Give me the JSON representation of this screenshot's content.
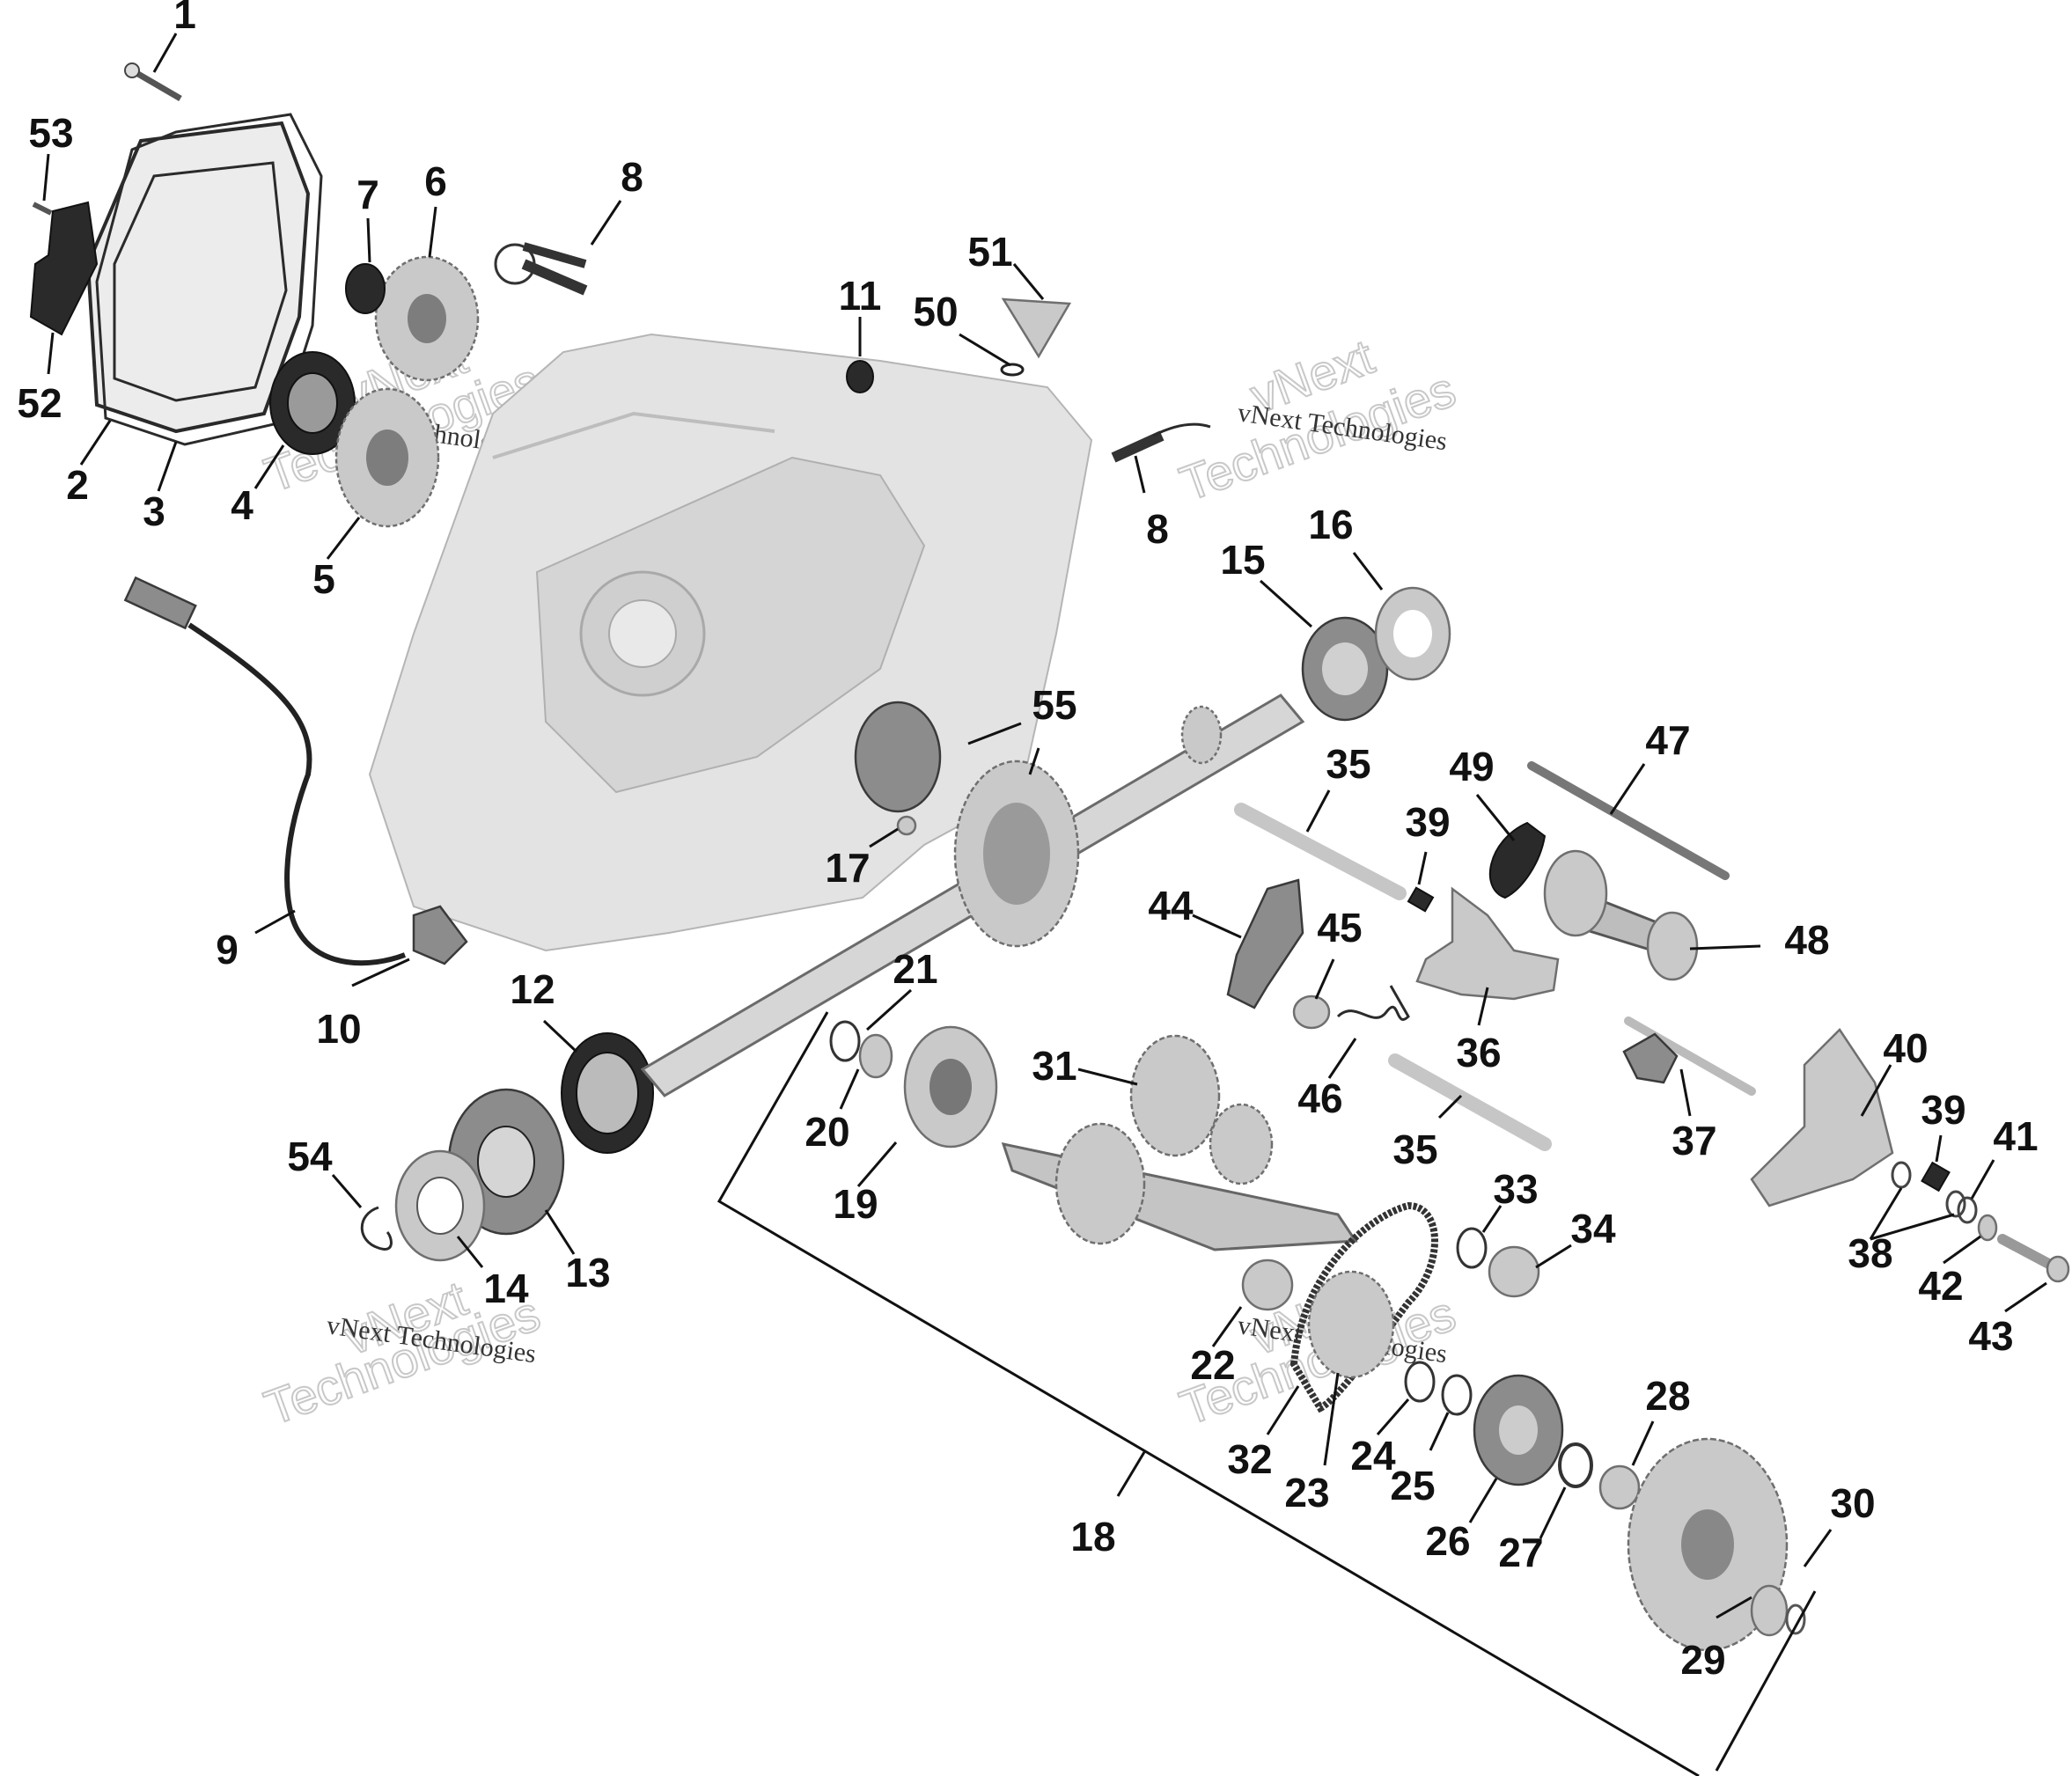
{
  "watermarks": [
    {
      "small": "vNext Technologies",
      "big_line1": "vNext",
      "big_line2": "Technologies"
    },
    {
      "small": "vNext Technologies",
      "big_line1": "vNext",
      "big_line2": "Technologies"
    },
    {
      "small": "vNext Technologies",
      "big_line1": "vNext",
      "big_line2": "Technologies"
    },
    {
      "small": "vNext Technologies",
      "big_line1": "vNext",
      "big_line2": "Technologies"
    }
  ],
  "callouts": [
    {
      "id": "1",
      "text": "1"
    },
    {
      "id": "53",
      "text": "53"
    },
    {
      "id": "52",
      "text": "52"
    },
    {
      "id": "2",
      "text": "2"
    },
    {
      "id": "3",
      "text": "3"
    },
    {
      "id": "4",
      "text": "4"
    },
    {
      "id": "5",
      "text": "5"
    },
    {
      "id": "6",
      "text": "6"
    },
    {
      "id": "7",
      "text": "7"
    },
    {
      "id": "8a",
      "text": "8"
    },
    {
      "id": "8b",
      "text": "8"
    },
    {
      "id": "11",
      "text": "11"
    },
    {
      "id": "50",
      "text": "50"
    },
    {
      "id": "51",
      "text": "51"
    },
    {
      "id": "9",
      "text": "9"
    },
    {
      "id": "10",
      "text": "10"
    },
    {
      "id": "12",
      "text": "12"
    },
    {
      "id": "13",
      "text": "13"
    },
    {
      "id": "14",
      "text": "14"
    },
    {
      "id": "54",
      "text": "54"
    },
    {
      "id": "15",
      "text": "15"
    },
    {
      "id": "16",
      "text": "16"
    },
    {
      "id": "55",
      "text": "55"
    },
    {
      "id": "17",
      "text": "17"
    },
    {
      "id": "21",
      "text": "21"
    },
    {
      "id": "20",
      "text": "20"
    },
    {
      "id": "19",
      "text": "19"
    },
    {
      "id": "31",
      "text": "31"
    },
    {
      "id": "18",
      "text": "18"
    },
    {
      "id": "22",
      "text": "22"
    },
    {
      "id": "32",
      "text": "32"
    },
    {
      "id": "23",
      "text": "23"
    },
    {
      "id": "24",
      "text": "24"
    },
    {
      "id": "25",
      "text": "25"
    },
    {
      "id": "26",
      "text": "26"
    },
    {
      "id": "27",
      "text": "27"
    },
    {
      "id": "28",
      "text": "28"
    },
    {
      "id": "29",
      "text": "29"
    },
    {
      "id": "30",
      "text": "30"
    },
    {
      "id": "33",
      "text": "33"
    },
    {
      "id": "34",
      "text": "34"
    },
    {
      "id": "35a",
      "text": "35"
    },
    {
      "id": "35b",
      "text": "35"
    },
    {
      "id": "39a",
      "text": "39"
    },
    {
      "id": "39b",
      "text": "39"
    },
    {
      "id": "44",
      "text": "44"
    },
    {
      "id": "45",
      "text": "45"
    },
    {
      "id": "46",
      "text": "46"
    },
    {
      "id": "36",
      "text": "36"
    },
    {
      "id": "49",
      "text": "49"
    },
    {
      "id": "47",
      "text": "47"
    },
    {
      "id": "48",
      "text": "48"
    },
    {
      "id": "37",
      "text": "37"
    },
    {
      "id": "40",
      "text": "40"
    },
    {
      "id": "41",
      "text": "41"
    },
    {
      "id": "38",
      "text": "38"
    },
    {
      "id": "42",
      "text": "42"
    },
    {
      "id": "43",
      "text": "43"
    }
  ]
}
